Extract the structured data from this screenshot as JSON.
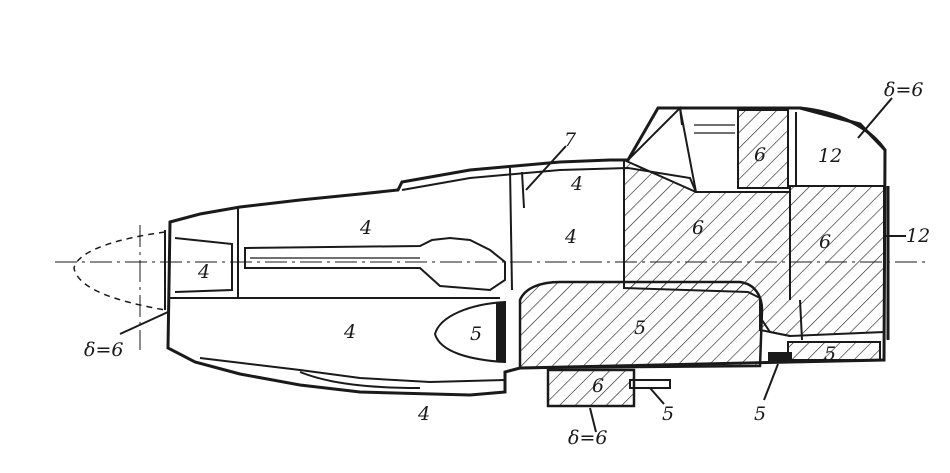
{
  "labels": {
    "zone4_upper_front": "4",
    "zone4_cowl_strip": "4",
    "zone4_nose_inlet": "4",
    "zone4_mid_fuselage": "4",
    "zone4_lower_cowl": "4",
    "zone4_belly": "4",
    "zone5_spinner_fairing": "5",
    "zone5_wing_center": "5",
    "zone5_tail_floor": "5",
    "zone5_callout_belly": "5",
    "zone5_callout_floor": "5",
    "zone6_canopy_block": "6",
    "zone6_upper_center": "6",
    "zone6_upper_aft": "6",
    "zone6_radiator": "6",
    "zone7_callout": "7",
    "zone12_canopy": "12",
    "zone12_callout_aft": "12",
    "delta_canopy": "δ=6",
    "delta_spinner": "δ=6",
    "delta_radiator": "δ=6"
  },
  "colors": {
    "ink": "#1a1a1a",
    "paper": "#ffffff"
  }
}
